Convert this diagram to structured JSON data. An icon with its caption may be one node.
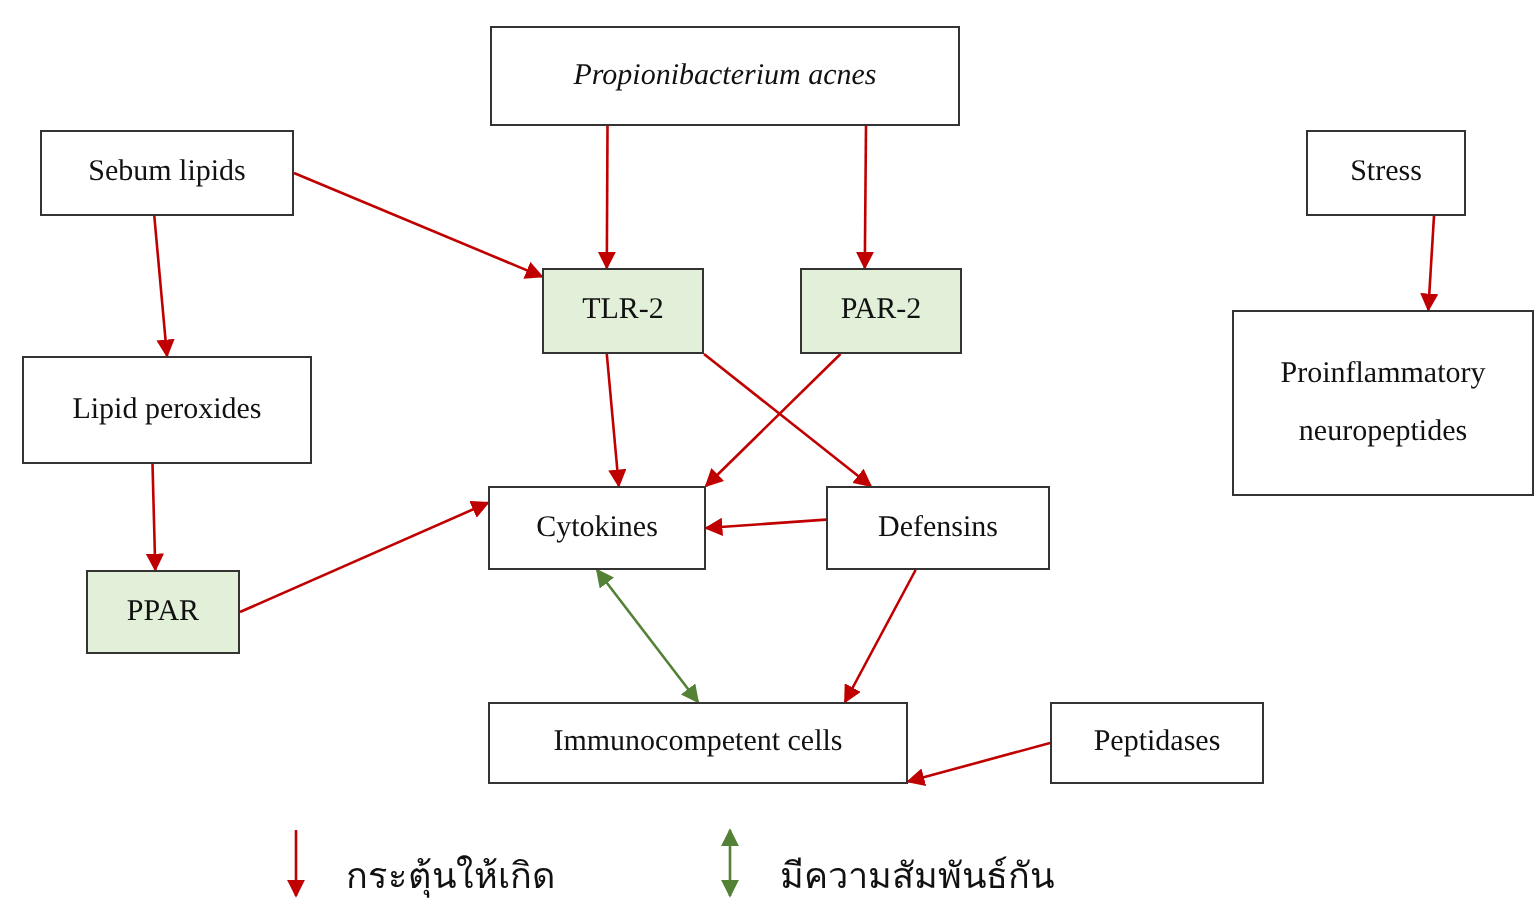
{
  "diagram": {
    "nodes": [
      {
        "text": [
          "Propionibacterium acnes"
        ]
      },
      {
        "text": [
          "Sebum lipids"
        ]
      },
      {
        "text": [
          "Stress"
        ]
      },
      {
        "text": [
          "TLR-2"
        ]
      },
      {
        "text": [
          "PAR-2"
        ]
      },
      {
        "text": [
          "Lipid peroxides"
        ]
      },
      {
        "text": [
          "Proinflammatory neuropeptides"
        ]
      },
      {
        "text": [
          "Cytokines"
        ]
      },
      {
        "text": [
          "Defensins"
        ]
      },
      {
        "text": [
          "PPAR"
        ]
      },
      {
        "text": [
          "Immunocompetent cells"
        ]
      },
      {
        "text": [
          "Peptidases"
        ]
      }
    ],
    "edges": [
      {
        "from": 0,
        "to": 3,
        "arrow": "to"
      },
      {
        "from": 0,
        "to": 4,
        "arrow": "to"
      },
      {
        "from": 1,
        "to": 3,
        "arrow": "to"
      },
      {
        "from": 1,
        "to": 5,
        "arrow": "to"
      },
      {
        "from": 2,
        "to": 6,
        "arrow": "to"
      },
      {
        "from": 5,
        "to": 9,
        "arrow": "to"
      },
      {
        "from": 3,
        "to": 7,
        "arrow": "to"
      },
      {
        "from": 3,
        "to": 8,
        "arrow": "to"
      },
      {
        "from": 4,
        "to": 7,
        "arrow": "to"
      },
      {
        "from": 9,
        "to": 7,
        "arrow": "to"
      },
      {
        "from": 8,
        "to": 7,
        "arrow": "to"
      },
      {
        "from": 7,
        "to": 10,
        "arrow": "both",
        "color": "#538135"
      },
      {
        "from": 8,
        "to": 10,
        "arrow": "to"
      },
      {
        "from": 11,
        "to": 10,
        "arrow": "to"
      }
    ],
    "legend": [
      {
        "text": "กระตุ้นให้เกิด"
      },
      {
        "text": "มีความสัมพันธ์กัน"
      }
    ]
  }
}
